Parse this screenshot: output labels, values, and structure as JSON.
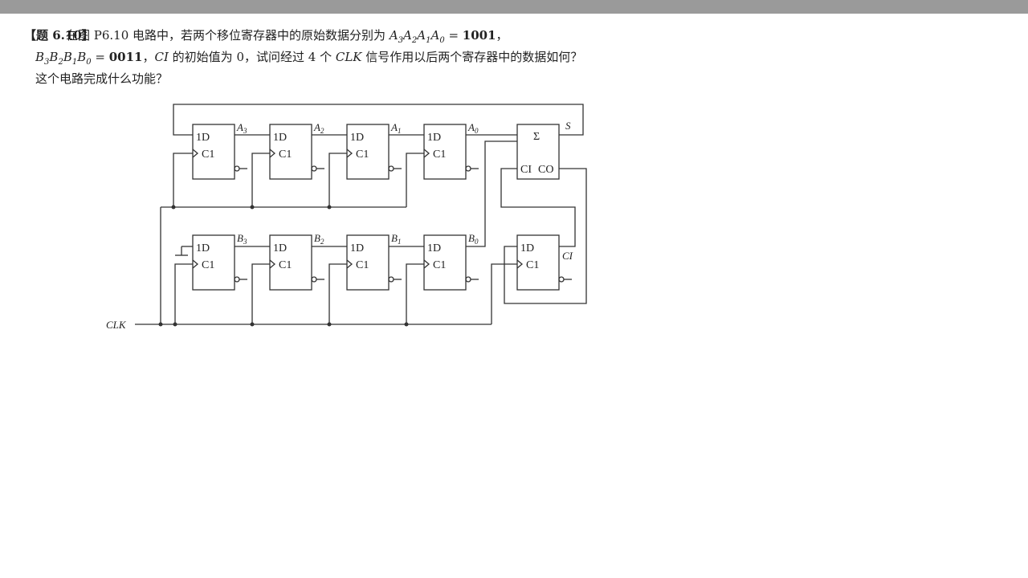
{
  "problem": {
    "number": "【题 6.10】",
    "line1_prefix": "在图 P6.10 电路中，若两个移位寄存器中的原始数据分别为 ",
    "a_value": "1001",
    "b_value": "0011",
    "line2_mid": "，",
    "ci_name": "CI",
    "line2_text": " 的初始值为 0，试问经过 4 个 ",
    "clk_name": "CLK",
    "line2_end": " 信号作用以后两个寄存器中的数据如何？",
    "line3": "这个电路完成什么功能？"
  },
  "circuit": {
    "ff_d_label": "1D",
    "ff_clk_label": "C1",
    "adder_symbol": "Σ",
    "adder_ci": "CI",
    "adder_co": "CO",
    "sum_label": "S",
    "carry_ff_label": "CI",
    "clk_label": "CLK",
    "register_a": [
      "A",
      "A",
      "A",
      "A"
    ],
    "register_a_subs": [
      "3",
      "2",
      "1",
      "0"
    ],
    "register_b": [
      "B",
      "B",
      "B",
      "B"
    ],
    "register_b_subs": [
      "3",
      "2",
      "1",
      "0"
    ]
  }
}
